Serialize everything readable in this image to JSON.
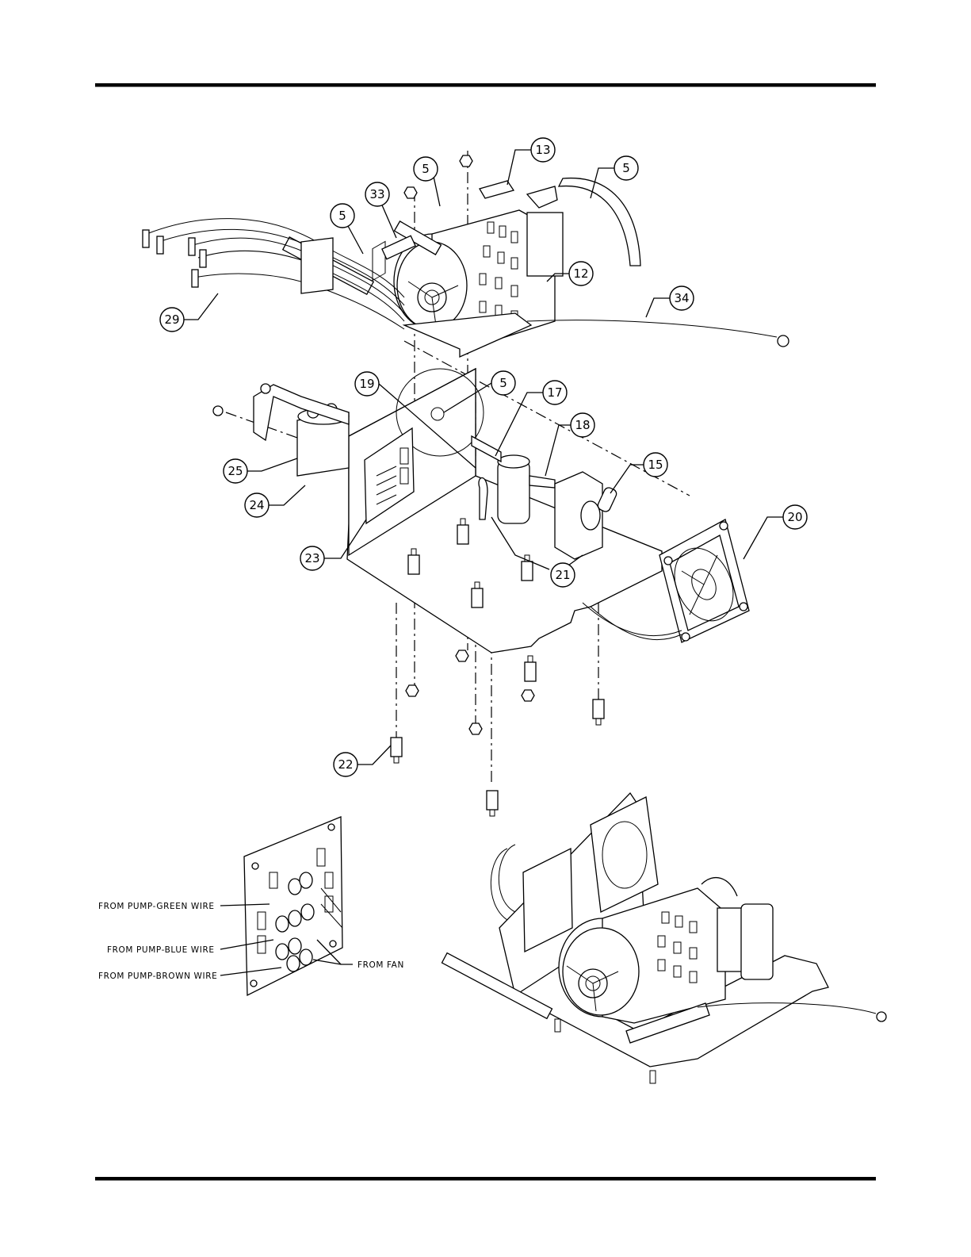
{
  "callouts": [
    {
      "label": "13"
    },
    {
      "label": "5"
    },
    {
      "label": "5"
    },
    {
      "label": "33"
    },
    {
      "label": "5"
    },
    {
      "label": "12"
    },
    {
      "label": "34"
    },
    {
      "label": "29"
    },
    {
      "label": "19"
    },
    {
      "label": "5"
    },
    {
      "label": "17"
    },
    {
      "label": "18"
    },
    {
      "label": "15"
    },
    {
      "label": "20"
    },
    {
      "label": "25"
    },
    {
      "label": "24"
    },
    {
      "label": "23"
    },
    {
      "label": "21"
    },
    {
      "label": "22"
    }
  ],
  "wiring_notes": {
    "green": "FROM PUMP-GREEN WIRE",
    "blue": "FROM PUMP-BLUE WIRE",
    "brown": "FROM PUMP-BROWN WIRE",
    "fan": "FROM FAN"
  }
}
